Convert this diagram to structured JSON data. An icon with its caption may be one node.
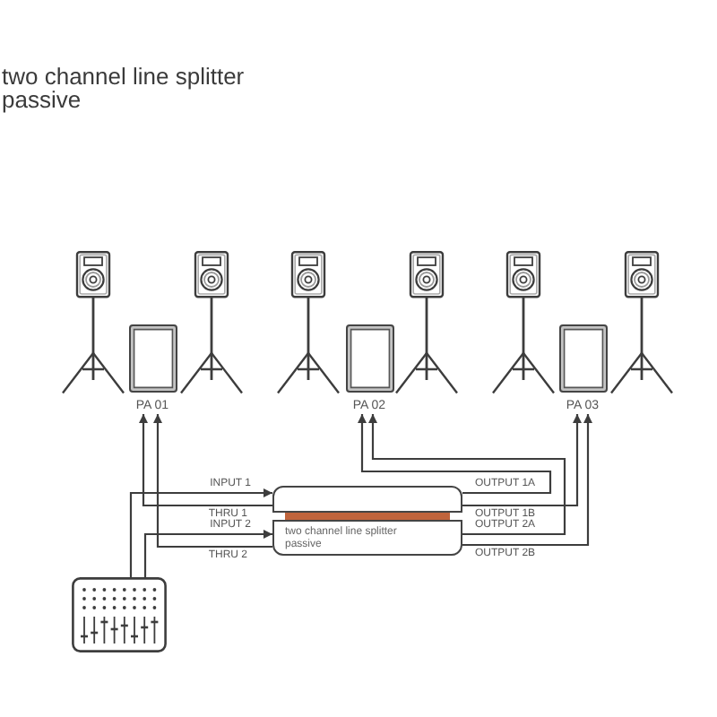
{
  "diagram": {
    "title": "two channel line splitter passive",
    "nodes": [
      {
        "text": [
          "PA 01"
        ]
      },
      {
        "text": [
          "PA 02"
        ]
      },
      {
        "text": [
          "PA 03"
        ]
      },
      {
        "text": [
          "two channel line splitter passive"
        ]
      },
      {
        "text": [],
        "shape": "picture"
      }
    ],
    "edges": [
      {
        "from": 4,
        "to": 3,
        "arrow": "to",
        "label": "INPUT 1"
      },
      {
        "from": 3,
        "to": 0,
        "arrow": "to",
        "label": "THRU 1"
      },
      {
        "from": 4,
        "to": 3,
        "arrow": "to",
        "label": "INPUT 2"
      },
      {
        "from": 3,
        "to": 0,
        "arrow": "to",
        "label": "THRU 2"
      },
      {
        "from": 3,
        "to": 1,
        "arrow": "to",
        "label": "OUTPUT 1A"
      },
      {
        "from": 3,
        "to": 2,
        "arrow": "to",
        "label": "OUTPUT 1B"
      },
      {
        "from": 3,
        "to": 1,
        "arrow": "to",
        "label": "OUTPUT 2A"
      },
      {
        "from": 3,
        "to": 2,
        "arrow": "to",
        "label": "OUTPUT 2B"
      }
    ]
  }
}
